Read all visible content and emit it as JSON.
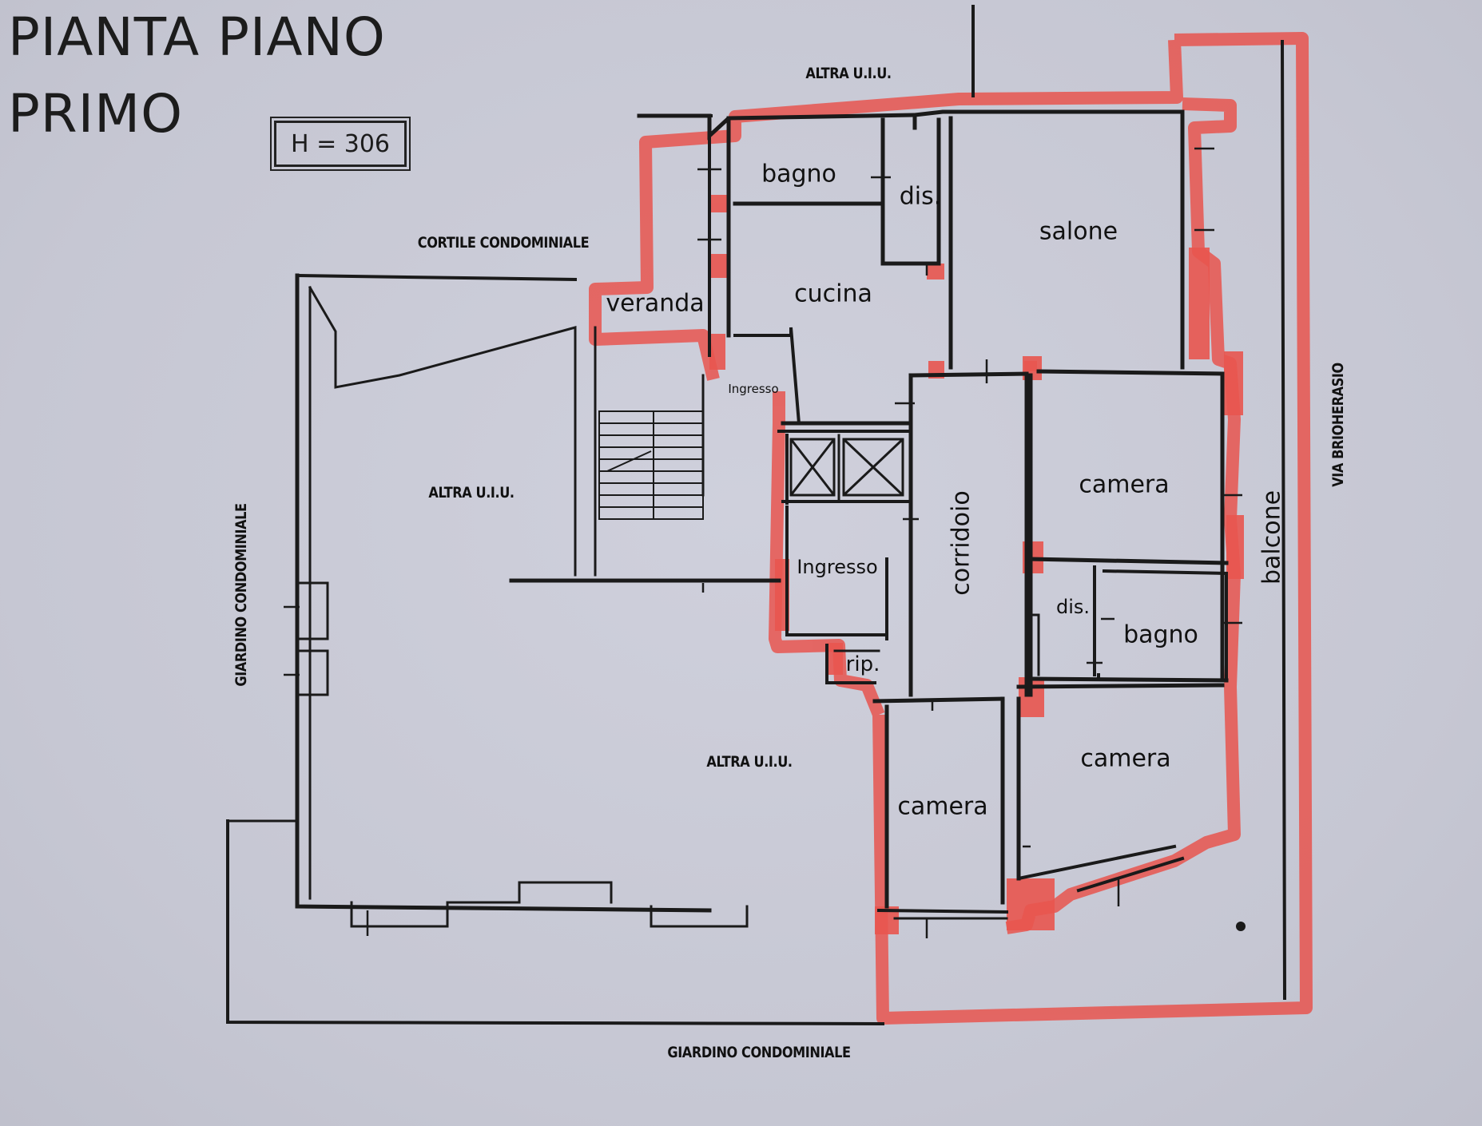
{
  "title": {
    "line1": "PIANTA PIANO",
    "line2": "PRIMO"
  },
  "height_label": "H = 306",
  "surroundings": {
    "altra_uiu_top": "ALTRA U.I.U.",
    "cortile": "CORTILE CONDOMINIALE",
    "altra_uiu_left": "ALTRA U.I.U.",
    "altra_uiu_bottom": "ALTRA U.I.U.",
    "giardino_left": "GIARDINO CONDOMINIALE",
    "giardino_bottom": "GIARDINO CONDOMINIALE",
    "via": "VIA BRIOHERASIO"
  },
  "rooms": {
    "bagno_top": "bagno",
    "dis_top": "dis.",
    "salone": "salone",
    "veranda": "veranda",
    "cucina": "cucina",
    "ingresso_small": "Ingresso",
    "ingresso": "Ingresso",
    "corridoio": "corridoio",
    "camera_1": "camera",
    "balcone": "balcone",
    "dis_2": "dis.",
    "bagno_2": "bagno",
    "rip": "rip.",
    "camera_2": "camera",
    "camera_3": "camera"
  },
  "colors": {
    "highlight": "#e8554f",
    "wall": "#1a1a1a",
    "paper": "#c9cad6"
  }
}
